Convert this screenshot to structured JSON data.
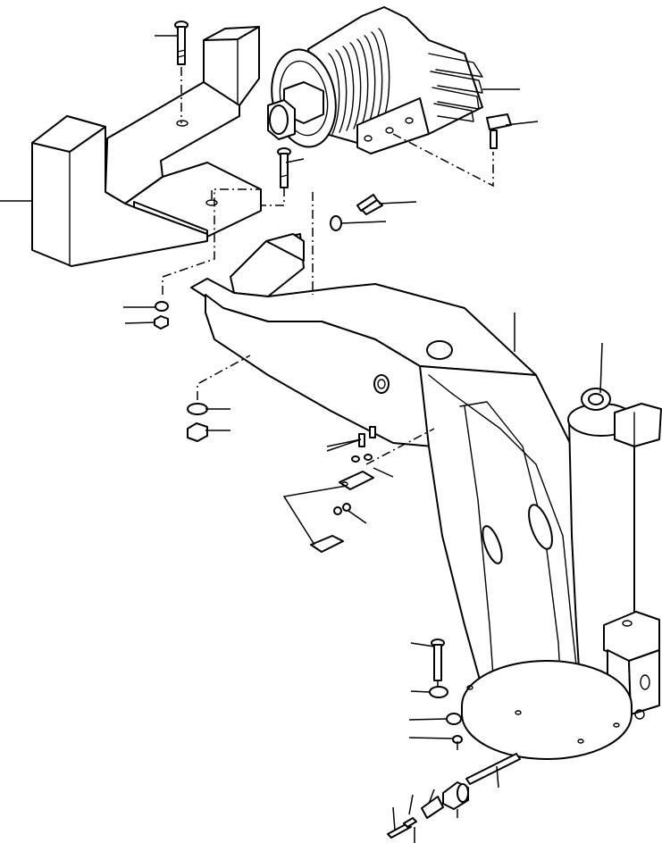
{
  "diagram": {
    "type": "exploded-parts-view",
    "parts": [
      {
        "id": "counterweight",
        "icon": "counterweight-block-icon"
      },
      {
        "id": "counterweight-top-block",
        "icon": "block-icon"
      },
      {
        "id": "winch",
        "icon": "winch-drum-icon"
      },
      {
        "id": "mounting-bracket",
        "icon": "bracket-icon"
      },
      {
        "id": "crane-boom",
        "icon": "boom-icon"
      },
      {
        "id": "hydraulic-cylinder",
        "icon": "cylinder-icon"
      },
      {
        "id": "control-valve",
        "icon": "valve-icon"
      },
      {
        "id": "turret-base",
        "icon": "base-plate-icon"
      },
      {
        "id": "hardware",
        "icon": "bolt-nut-washer-icon"
      }
    ]
  }
}
